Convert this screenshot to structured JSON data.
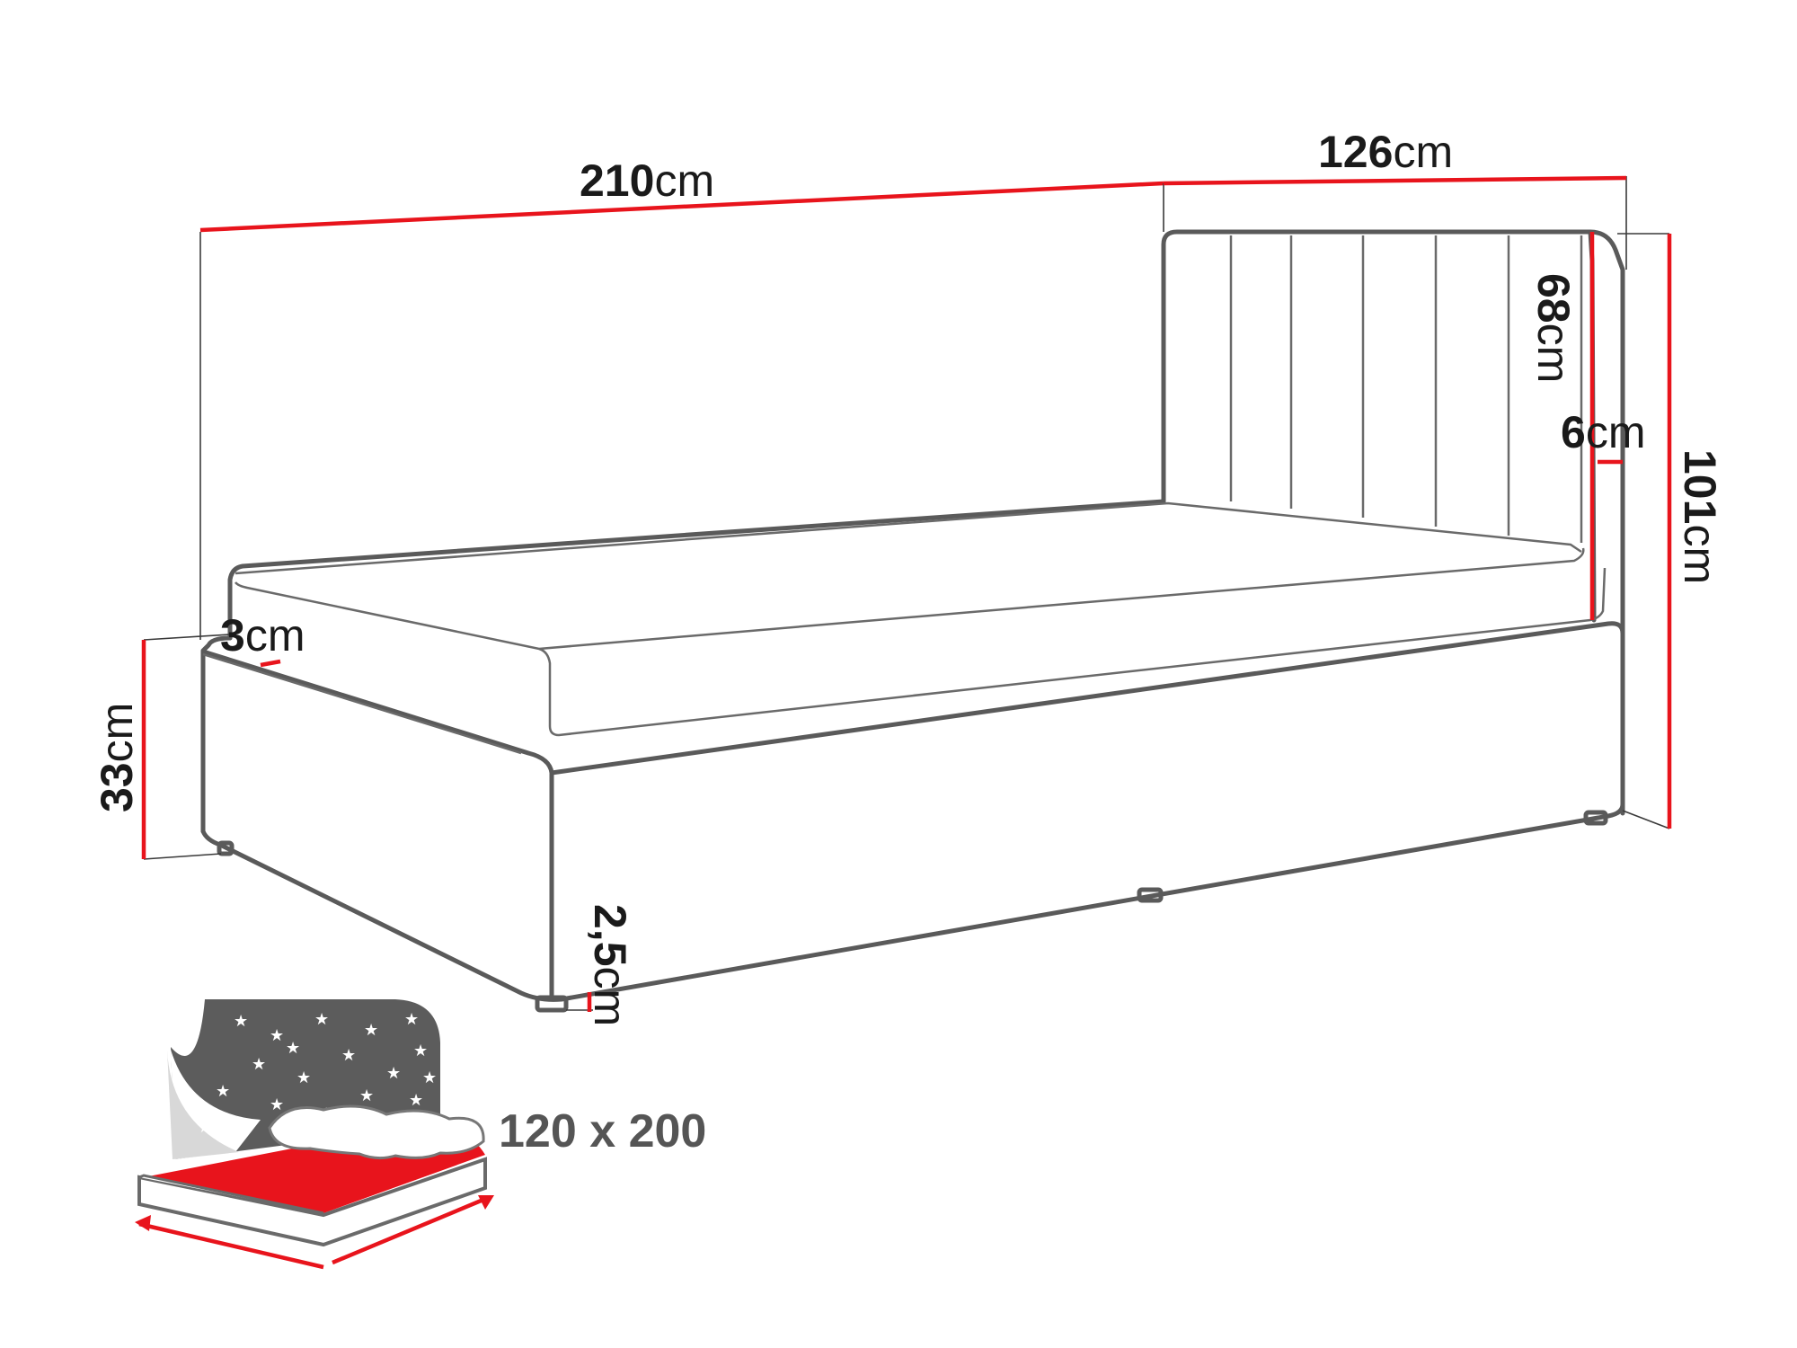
{
  "dimensions": {
    "length": {
      "value": "210",
      "unit": "cm"
    },
    "width": {
      "value": "126",
      "unit": "cm"
    },
    "headboard_height": {
      "value": "68",
      "unit": "cm"
    },
    "headboard_thickness": {
      "value": "6",
      "unit": "cm"
    },
    "total_height": {
      "value": "101",
      "unit": "cm"
    },
    "mattress_thickness": {
      "value": "3",
      "unit": "cm"
    },
    "base_height": {
      "value": "33",
      "unit": "cm"
    },
    "leg_height": {
      "value": "2,5",
      "unit": "cm"
    }
  },
  "mattress_size": "120 x 200",
  "colors": {
    "dimension_line": "#e8141c",
    "outline": "#5a5a5a",
    "icon_dark": "#5c5c5c",
    "icon_red": "#e8141c"
  }
}
